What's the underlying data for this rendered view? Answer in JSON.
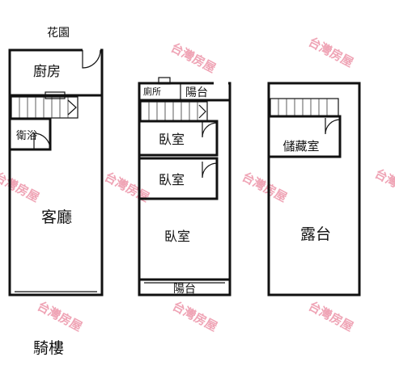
{
  "labels": {
    "garden": "花園",
    "arcade": "騎樓",
    "f1_kitchen": "廚房",
    "f1_bath": "衛浴",
    "f1_living": "客廳",
    "f2_toilet": "廁所",
    "f2_balcony_top": "陽台",
    "f2_bedroom_1": "臥室",
    "f2_bedroom_2": "臥室",
    "f2_bedroom_3": "臥室",
    "f2_balcony_bottom": "陽台",
    "f3_storage": "儲藏室",
    "f3_terrace": "露台"
  },
  "watermark": {
    "text": "台灣房屋",
    "color": "#e25a7a"
  },
  "colors": {
    "wall": "#111111",
    "background": "#ffffff"
  }
}
